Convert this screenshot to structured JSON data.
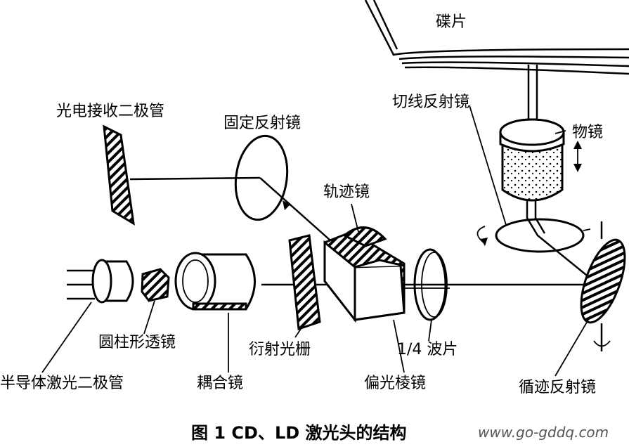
{
  "figure": {
    "caption": "图 1 CD、LD 激光头的结构",
    "watermark": "www.go-gddq.com"
  },
  "labels": {
    "disc": "碟片",
    "photodiode": "光电接收二极管",
    "fixed_mirror": "固定反射镜",
    "tangent_mirror": "切线反射镜",
    "objective_lens": "物镜",
    "track_mirror": "轨迹镜",
    "cylindrical_lens": "圆柱形透镜",
    "diffraction_grating": "衍射光栅",
    "quarter_wave_plate": "1/4 波片",
    "laser_diode": "半导体激光二极管",
    "coupling_lens": "耦合镜",
    "polarizing_prism": "偏光棱镜",
    "tracking_mirror": "循迹反射镜"
  }
}
